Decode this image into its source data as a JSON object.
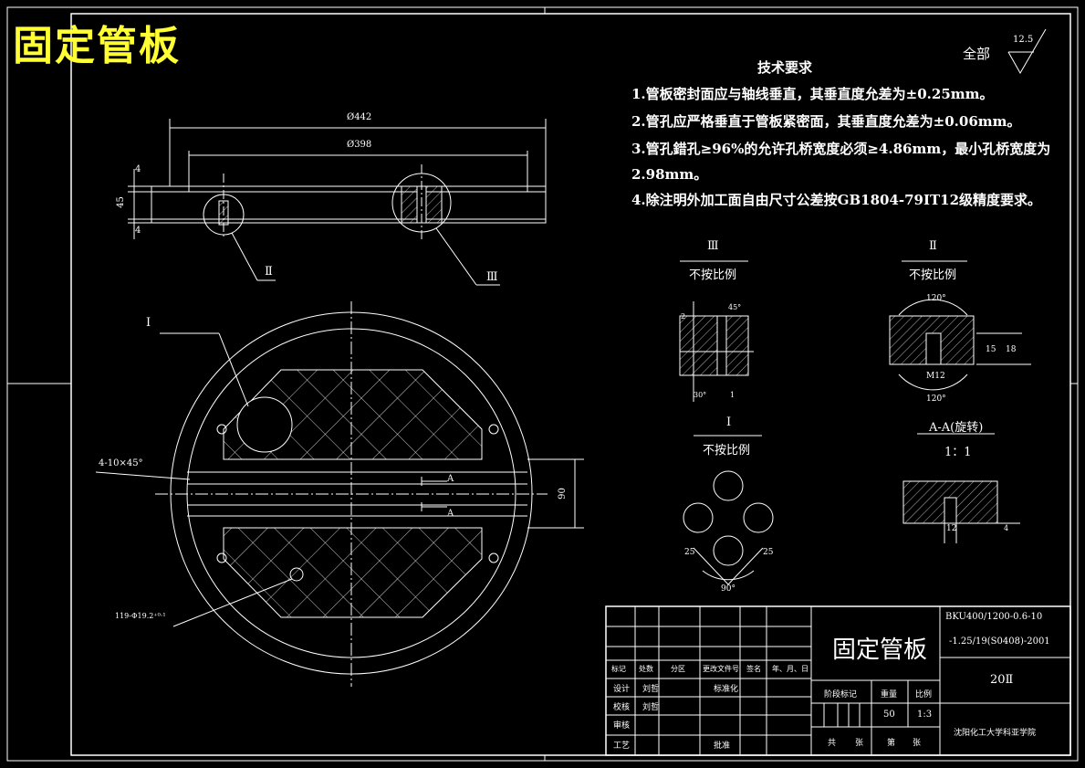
{
  "header": {
    "title": "固定管板"
  },
  "roughness": {
    "scope": "全部",
    "value": "12.5"
  },
  "requirements": {
    "heading": "技术要求",
    "items": [
      "1.管板密封面应与轴线垂直，其垂直度允差为±0.25mm。",
      "2.管孔应严格垂直于管板紧密面，其垂直度允差为±0.06mm。",
      "3.管孔錯孔≥96%的允许孔桥宽度必须≥4.86mm，最小孔桥宽度为",
      "2.98mm。",
      "4.除注明外加工面自由尺寸公差按GB1804-79IT12级精度要求。"
    ]
  },
  "section_view": {
    "dim_outer": "Ø442",
    "dim_inner": "Ø398",
    "dim_thickness": "45",
    "dim_face_top": "4",
    "dim_face_bottom": "4",
    "callout_2": "Ⅱ",
    "callout_3": "Ⅲ"
  },
  "plan_view": {
    "callout_1": "Ⅰ",
    "chamfer_note": "4-10×45°",
    "section_mark_1": "A",
    "section_mark_2": "A",
    "dim_gap": "90",
    "hole_note": "119-Φ19.2⁺⁰·¹"
  },
  "details": {
    "d3": {
      "roman": "Ⅲ",
      "scale": "不按比例",
      "angle": "45°",
      "dim_left": "2",
      "dim_bottom_angle": "30°",
      "dim_bottom": "1"
    },
    "d2": {
      "roman": "Ⅱ",
      "scale": "不按比例",
      "angle_top": "120°",
      "angle_bottom": "120°",
      "thread": "M12",
      "dim_15": "15",
      "dim_18": "18"
    },
    "d1": {
      "roman": "Ⅰ",
      "scale": "不按比例",
      "pitch_left": "25",
      "pitch_right": "25",
      "angle": "90°"
    },
    "aa": {
      "title": "A-A(旋转)",
      "scale": "1：1",
      "dim": "12",
      "dim_small": "4"
    }
  },
  "title_block": {
    "drawing_name": "固定管板",
    "code_line1": "BKU400/1200-0.6-10",
    "code_line2": "-1.25/19(S0408)-2001",
    "number": "20Ⅱ",
    "row_headers": [
      "标记",
      "处数",
      "分区",
      "更改文件号",
      "签名",
      "年、月、日"
    ],
    "design": "设计",
    "designer": "刘哲",
    "standard": "标准化",
    "check": "校核",
    "checker": "刘哲",
    "review": "审核",
    "process": "工艺",
    "approve": "批准",
    "stage_label": "阶段标记",
    "weight_label": "重量",
    "scale_label": "比例",
    "weight": "50",
    "scale": "1:3",
    "total": "共",
    "sheets": "张",
    "page": "第",
    "page_unit": "张",
    "school": "沈阳化工大学科亚学院"
  }
}
